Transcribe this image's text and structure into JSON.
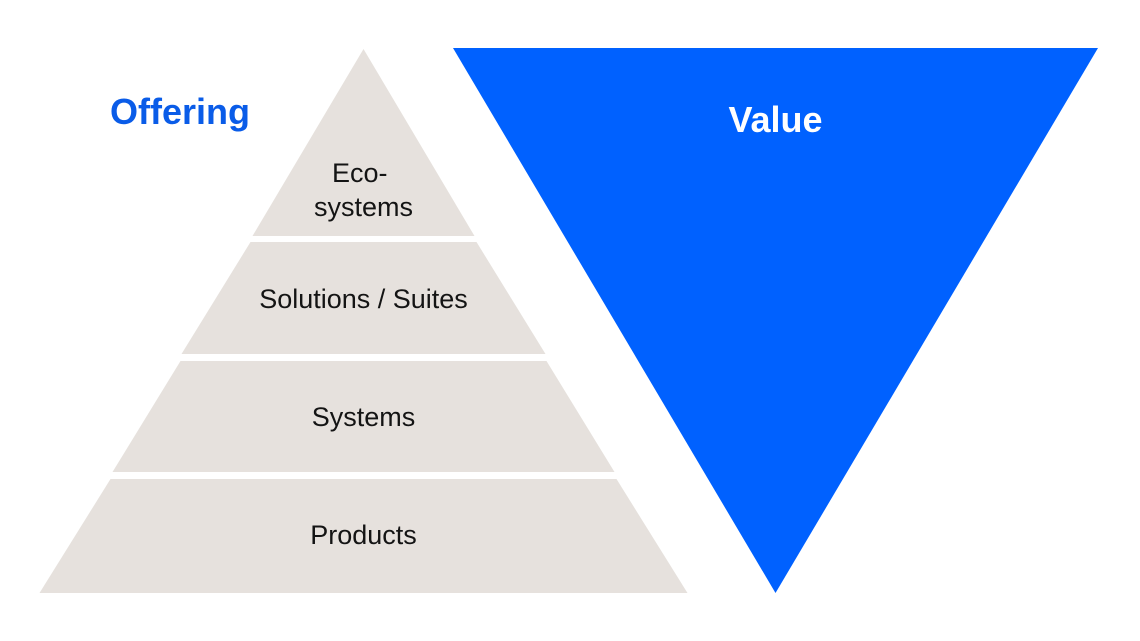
{
  "colors": {
    "pyramid_fill": "#E6E1DD",
    "value_fill": "#0061FF",
    "offering_title": "#0A5CE8",
    "value_title": "#FFFFFF",
    "label_text": "#141414"
  },
  "offering": {
    "title": "Offering",
    "tiers": [
      {
        "label_lines": [
          "Eco-",
          "systems"
        ]
      },
      {
        "label_lines": [
          "Solutions / Suites"
        ]
      },
      {
        "label_lines": [
          "Systems"
        ]
      },
      {
        "label_lines": [
          "Products"
        ]
      }
    ]
  },
  "value": {
    "title": "Value"
  }
}
